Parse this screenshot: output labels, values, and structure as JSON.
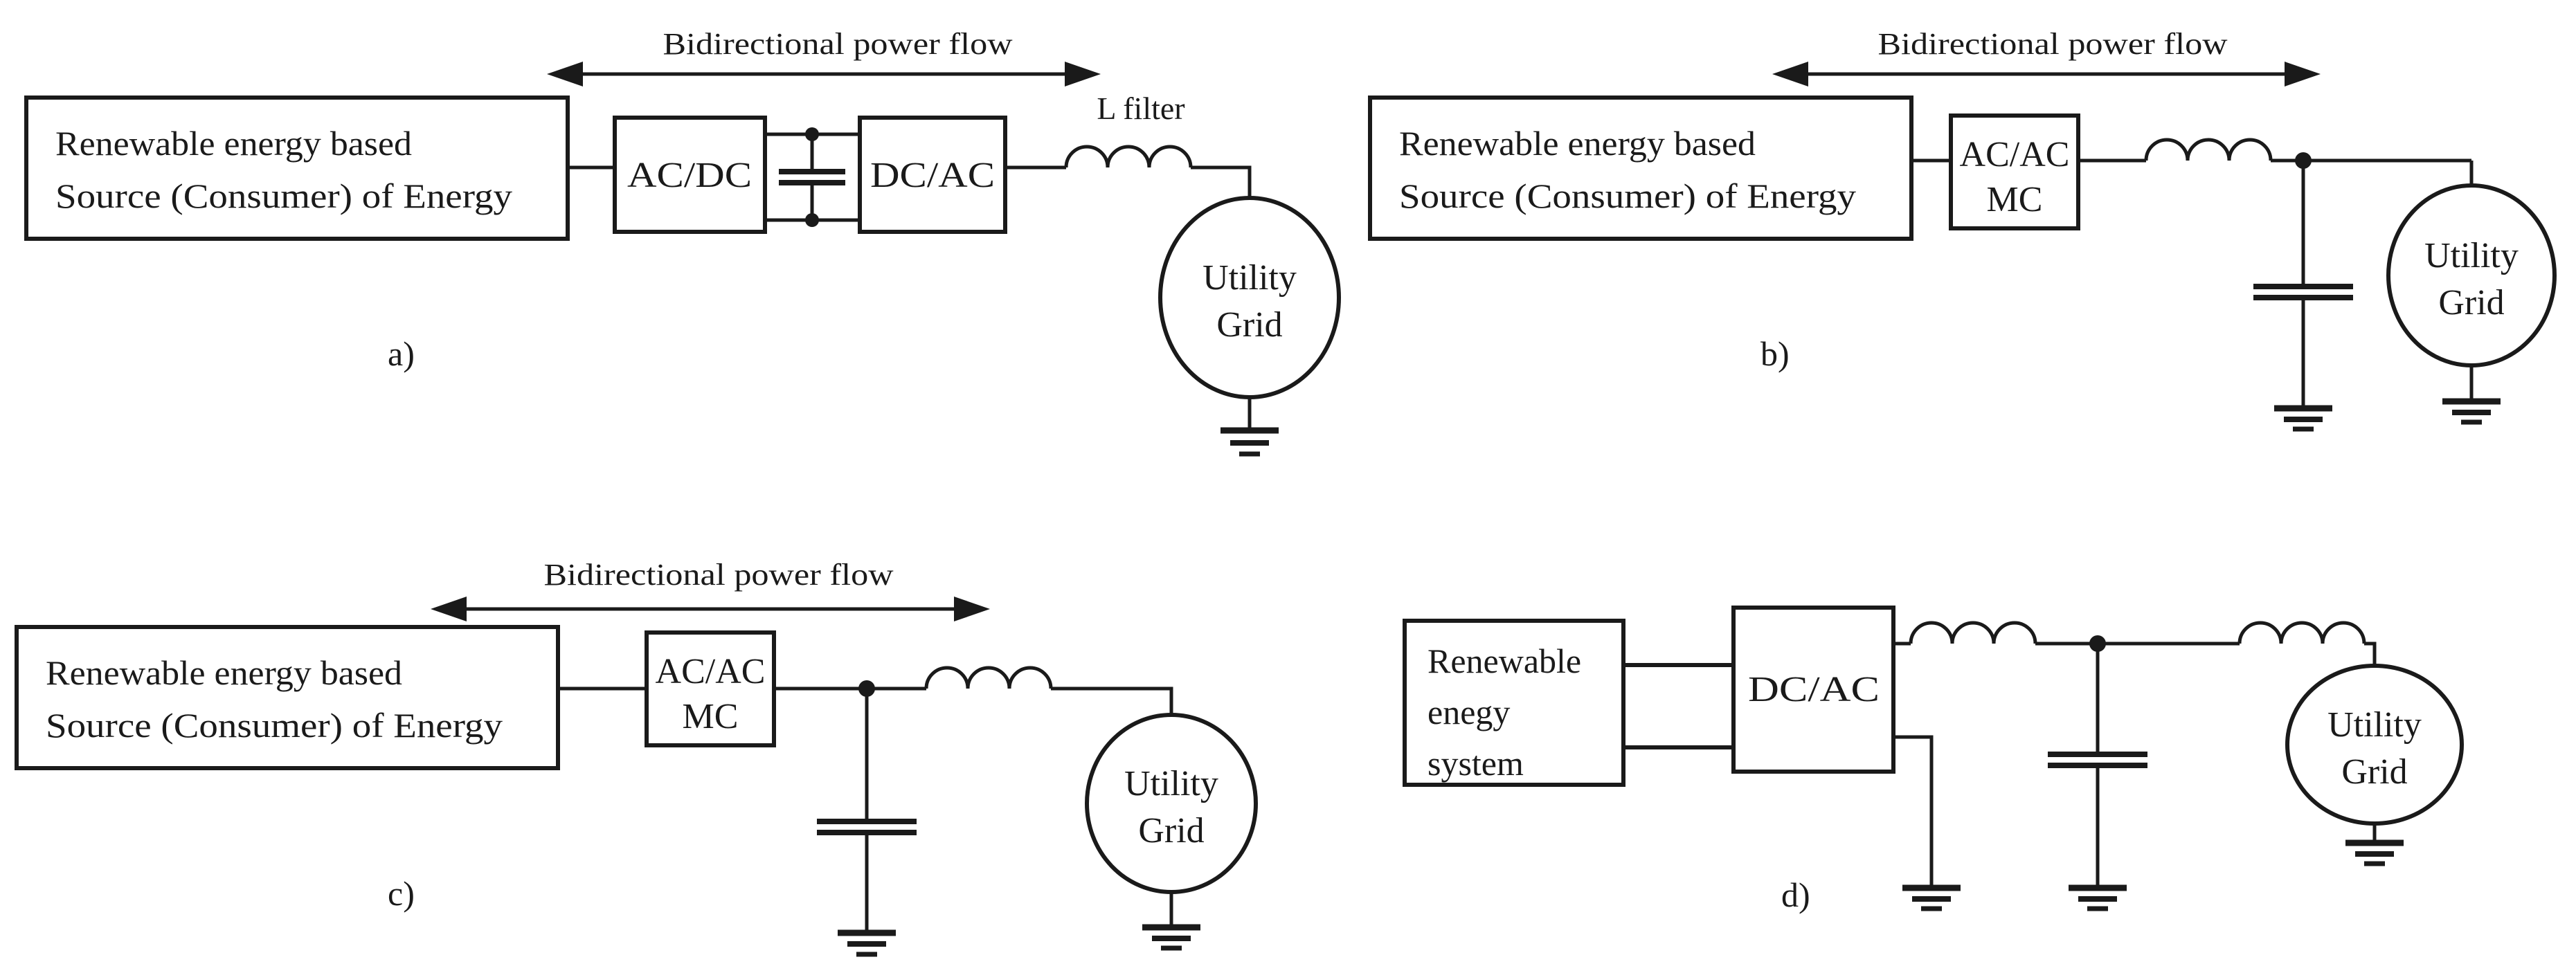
{
  "colors": {
    "ink": "#1a1a1a",
    "background": "#ffffff"
  },
  "panels": {
    "a": {
      "label": "a)",
      "flow_label": "Bidirectional power flow",
      "source": [
        "Renewable energy based",
        "Source (Consumer) of Energy"
      ],
      "converters": [
        "AC/DC",
        "DC/AC"
      ],
      "filter_label": "L filter",
      "grid": [
        "Utility",
        "Grid"
      ]
    },
    "b": {
      "label": "b)",
      "flow_label": "Bidirectional power flow",
      "source": [
        "Renewable energy based",
        "Source (Consumer) of Energy"
      ],
      "converter": [
        "AC/AC",
        "MC"
      ],
      "grid": [
        "Utility",
        "Grid"
      ]
    },
    "c": {
      "label": "c)",
      "flow_label": "Bidirectional power flow",
      "source": [
        "Renewable energy based",
        "Source (Consumer) of Energy"
      ],
      "converter": [
        "AC/AC",
        "MC"
      ],
      "grid": [
        "Utility",
        "Grid"
      ]
    },
    "d": {
      "label": "d)",
      "source": [
        "Renewable",
        "enegy",
        "system"
      ],
      "converter": "DC/AC",
      "grid": [
        "Utility",
        "Grid"
      ]
    }
  }
}
